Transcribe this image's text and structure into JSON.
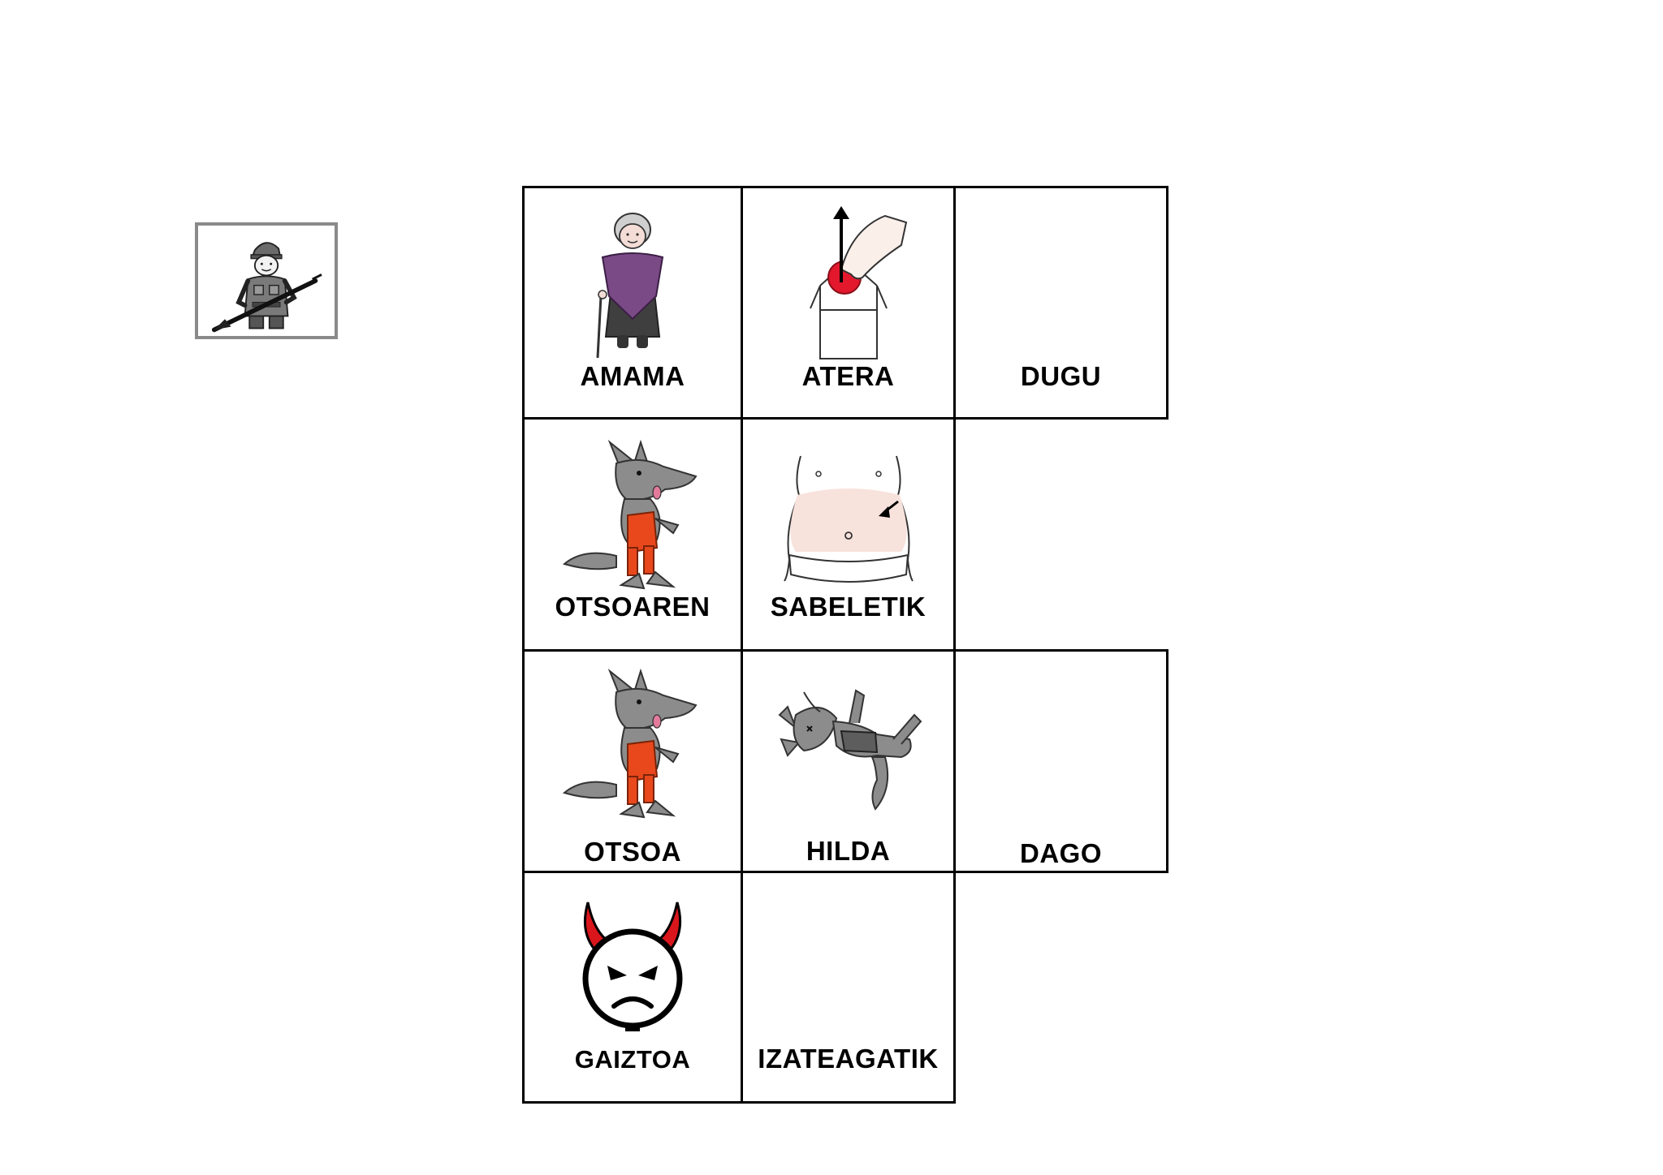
{
  "hunter": {
    "icon": "hunter-with-rifle-icon"
  },
  "cells": [
    {
      "id": "amama",
      "label": "AMAMA",
      "icon": "grandmother-icon"
    },
    {
      "id": "atera",
      "label": "ATERA",
      "icon": "take-out-of-box-icon"
    },
    {
      "id": "dugu",
      "label": "DUGU",
      "icon": ""
    },
    {
      "id": "otsoaren",
      "label": "OTSOAREN",
      "icon": "wolf-icon"
    },
    {
      "id": "sabeletik",
      "label": "SABELETIK",
      "icon": "belly-icon"
    },
    {
      "id": "otsoa",
      "label": "OTSOA",
      "icon": "wolf-icon"
    },
    {
      "id": "hilda",
      "label": "HILDA",
      "icon": "dead-wolf-icon"
    },
    {
      "id": "dago",
      "label": "DAGO",
      "icon": ""
    },
    {
      "id": "gaiztoa",
      "label": "GAIZTOA",
      "icon": "devil-face-icon"
    },
    {
      "id": "izateagatik",
      "label": "IZATEAGATIK",
      "icon": ""
    }
  ],
  "colors": {
    "border": "#000000",
    "shawl": "#7a4a86",
    "wolf_fur": "#8c8c8c",
    "wolf_clothes": "#e8481c",
    "devil_horns": "#d9161c",
    "ball": "#e3182d",
    "belly": "#f8e2dc"
  }
}
